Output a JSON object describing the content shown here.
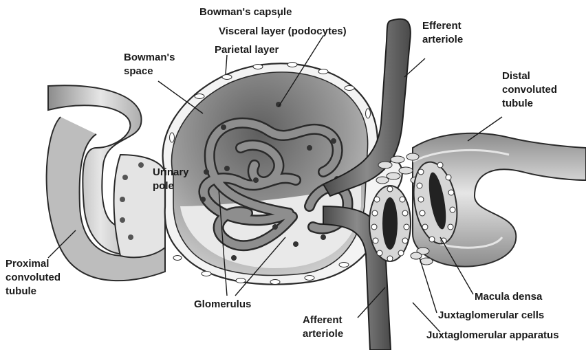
{
  "labels": {
    "bowmans_capsule": "Bowman's capsule",
    "visceral_layer": "Visceral layer (podocytes)",
    "parietal_layer": "Parietal layer",
    "bowmans_space_1": "Bowman's",
    "bowmans_space_2": "space",
    "efferent_1": "Efferent",
    "efferent_2": "arteriole",
    "distal_1": "Distal",
    "distal_2": "convoluted",
    "distal_3": "tubule",
    "urinary_1": "Urinary",
    "urinary_2": "pole",
    "proximal_1": "Proximal",
    "proximal_2": "convoluted",
    "proximal_3": "tubule",
    "glomerulus": "Glomerulus",
    "afferent_1": "Afferent",
    "afferent_2": "arteriole",
    "macula_densa": "Macula densa",
    "juxtaglomerular_cells": "Juxtaglomerular cells",
    "juxtaglomerular_apparatus": "Juxtaglomerular apparatus"
  }
}
